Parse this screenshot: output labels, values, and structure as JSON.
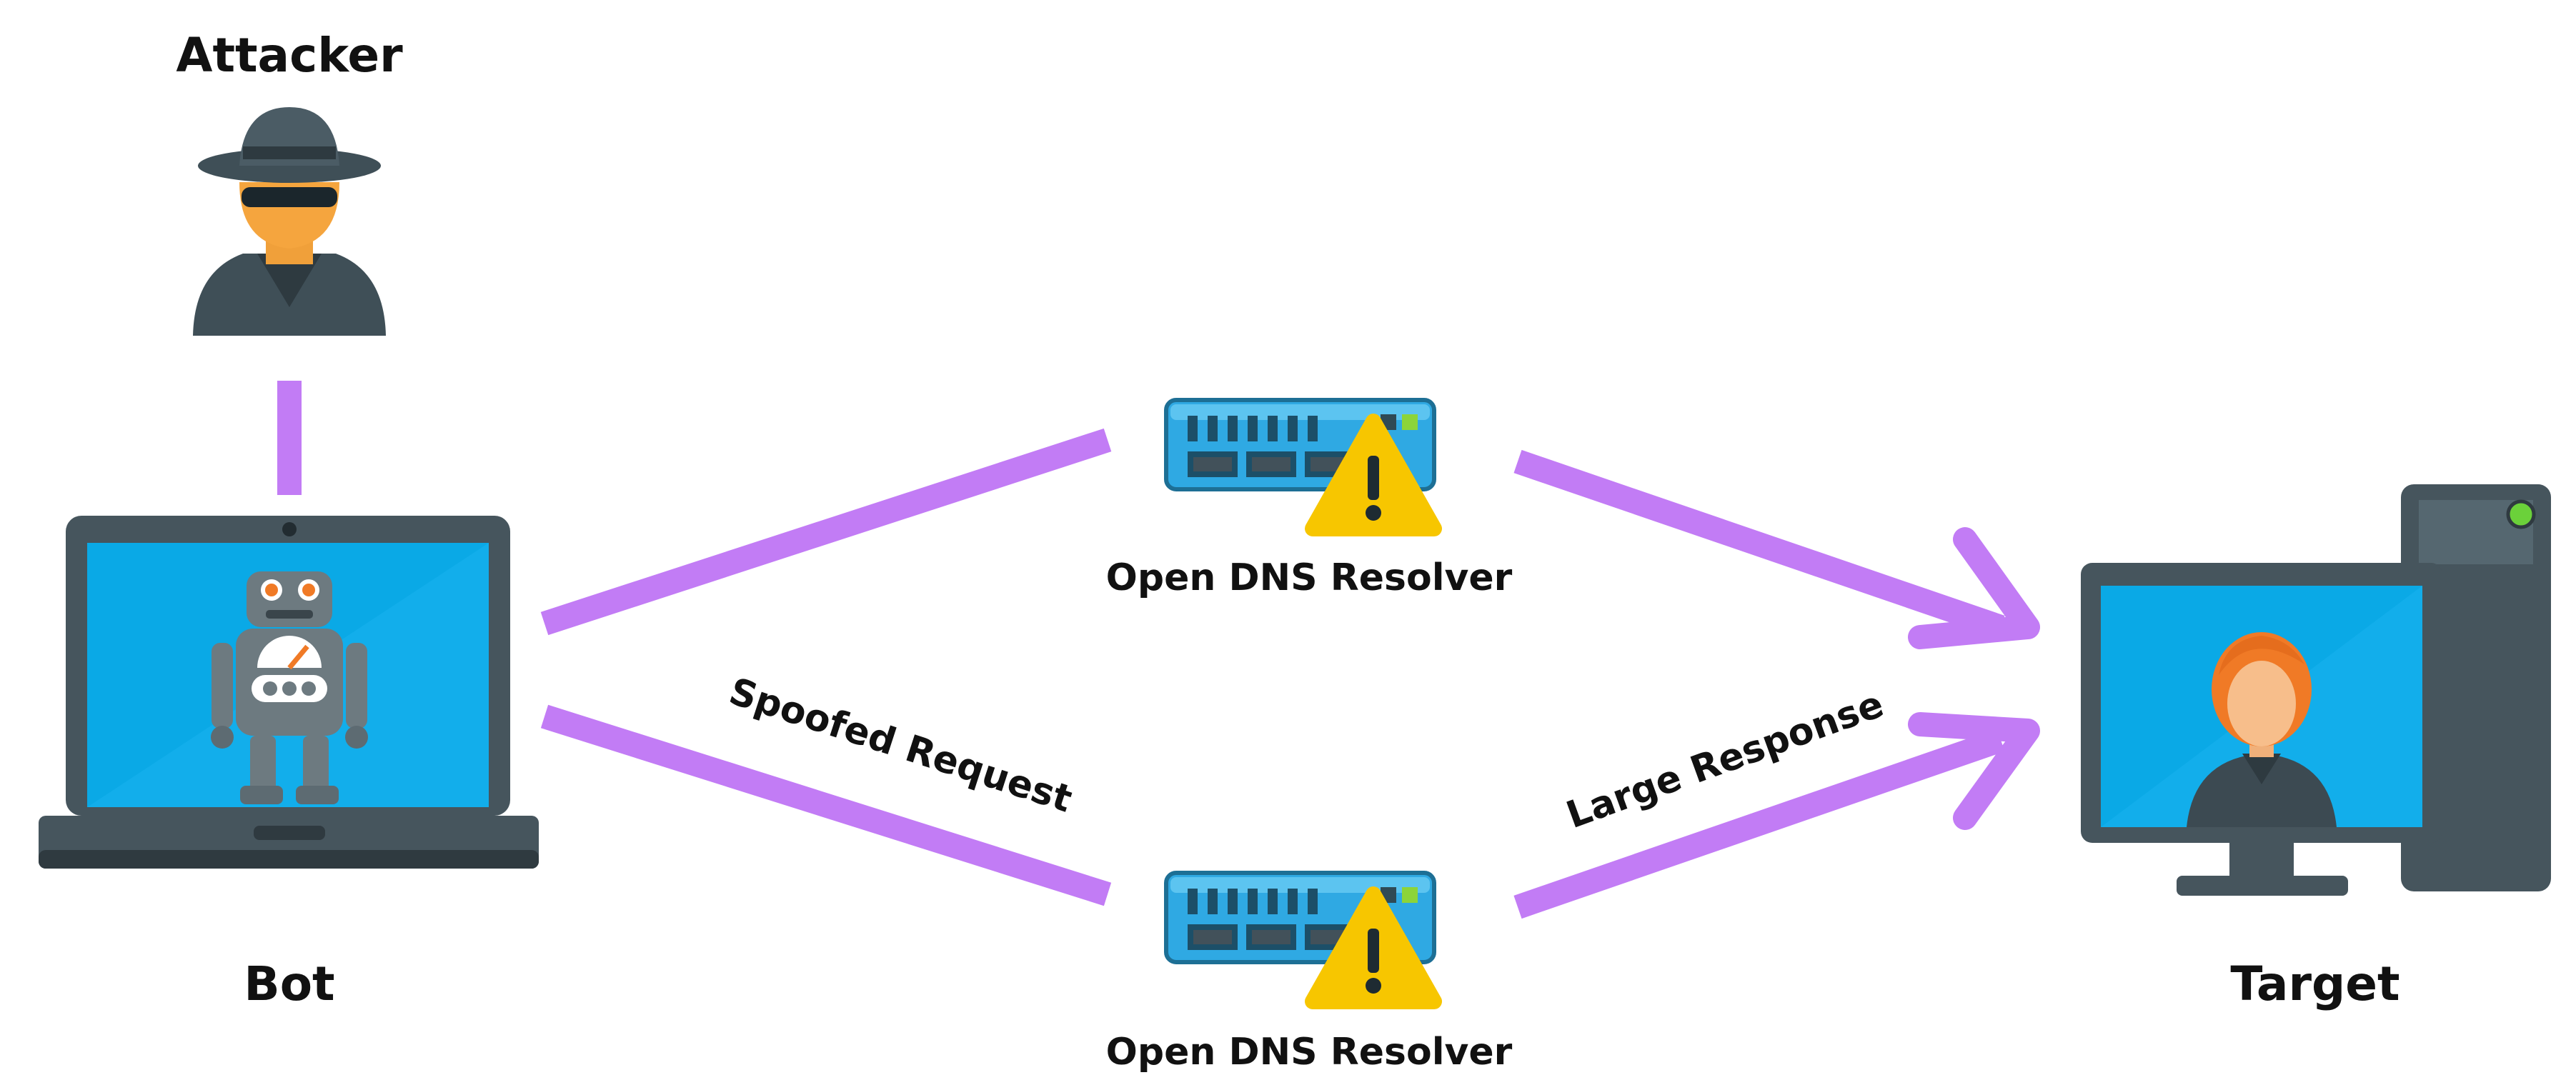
{
  "labels": {
    "attacker": "Attacker",
    "bot": "Bot",
    "target": "Target",
    "resolver_top": "Open DNS Resolver",
    "resolver_bottom": "Open DNS Resolver",
    "spoofed_request": "Spoofed Request",
    "large_response": "Large Response"
  },
  "colors": {
    "flow": "#c27cf5",
    "screen": "#0aa9e6",
    "device_frame": "#46555d",
    "server_body": "#2fa9e3",
    "warning": "#f7c600",
    "text": "#111111"
  },
  "icons": {
    "attacker": "spy-icon",
    "bot": "robot-laptop-icon",
    "resolver": "server-warning-icon",
    "target": "user-desktop-icon"
  }
}
